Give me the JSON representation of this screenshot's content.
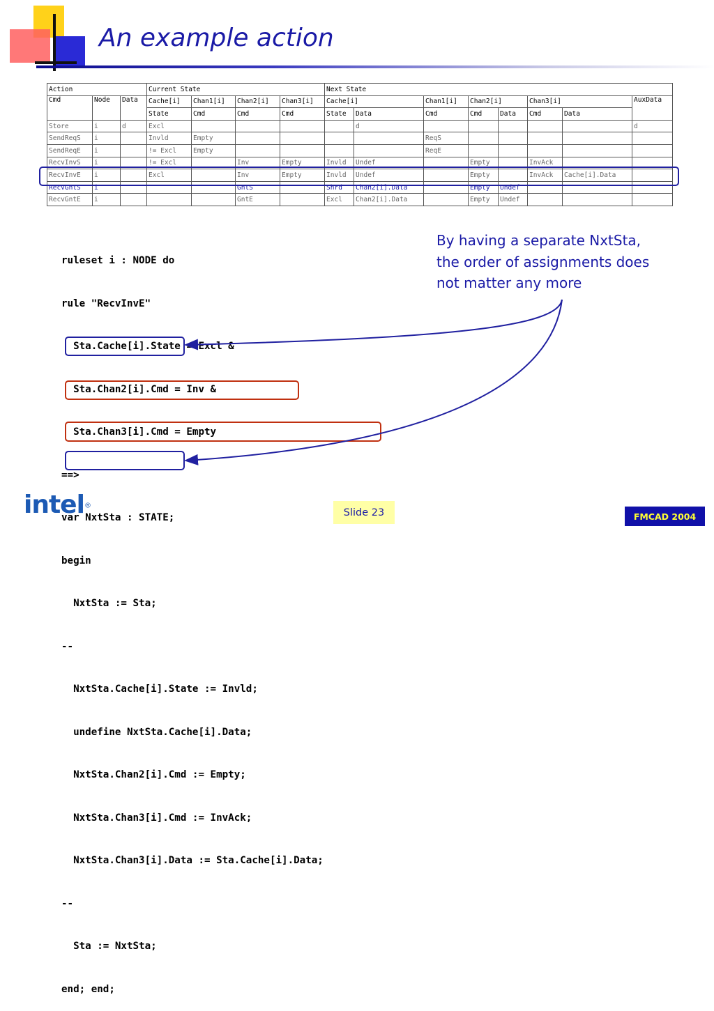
{
  "title": "An example action",
  "table": {
    "groups": [
      "Action",
      "Current State",
      "Next State"
    ],
    "columns": [
      "Cmd",
      "Node",
      "Data",
      "Cache[i]",
      "Chan1[i]",
      "Chan2[i]",
      "Chan3[i]",
      "Cache[i]",
      "Chan1[i]",
      "Chan2[i]",
      "Chan3[i]",
      "AuxData"
    ],
    "subcolumns": [
      "State",
      "Cmd",
      "Cmd",
      "Cmd",
      "State",
      "Data",
      "Cmd",
      "Cmd",
      "Data",
      "Cmd",
      "Data"
    ],
    "rows": [
      [
        "Store",
        "i",
        "d",
        "Excl",
        "",
        "",
        "",
        "",
        "d",
        "",
        "",
        "",
        "",
        "",
        "d"
      ],
      [
        "SendReqS",
        "i",
        "",
        "Invld",
        "Empty",
        "",
        "",
        "",
        "",
        "ReqS",
        "",
        "",
        "",
        "",
        ""
      ],
      [
        "SendReqE",
        "i",
        "",
        "!= Excl",
        "Empty",
        "",
        "",
        "",
        "",
        "ReqE",
        "",
        "",
        "",
        "",
        ""
      ],
      [
        "RecvInvS",
        "i",
        "",
        "!= Excl",
        "",
        "Inv",
        "Empty",
        "Invld",
        "Undef",
        "",
        "Empty",
        "",
        "InvAck",
        "",
        ""
      ],
      [
        "RecvInvE",
        "i",
        "",
        "Excl",
        "",
        "Inv",
        "Empty",
        "Invld",
        "Undef",
        "",
        "Empty",
        "",
        "InvAck",
        "Cache[i].Data",
        ""
      ],
      [
        "RecvGntS",
        "i",
        "",
        "",
        "",
        "GntS",
        "",
        "Shrd",
        "Chan2[i].Data",
        "",
        "Empty",
        "Undef",
        "",
        "",
        ""
      ],
      [
        "RecvGntE",
        "i",
        "",
        "",
        "",
        "GntE",
        "",
        "Excl",
        "Chan2[i].Data",
        "",
        "Empty",
        "Undef",
        "",
        "",
        ""
      ]
    ]
  },
  "code": [
    "ruleset i : NODE do",
    "rule \"RecvInvE\"",
    "  Sta.Cache[i].State = Excl &",
    "  Sta.Chan2[i].Cmd = Inv &",
    "  Sta.Chan3[i].Cmd = Empty",
    "==>",
    "var NxtSta : STATE;",
    "begin",
    "  NxtSta := Sta;",
    "--",
    "  NxtSta.Cache[i].State := Invld;",
    "  undefine NxtSta.Cache[i].Data;",
    "  NxtSta.Chan2[i].Cmd := Empty;",
    "  NxtSta.Chan3[i].Cmd := InvAck;",
    "  NxtSta.Chan3[i].Data := Sta.Cache[i].Data;",
    "--",
    "  Sta := NxtSta;",
    "end; end;"
  ],
  "note": [
    "By having a separate NxtSta,",
    "the order of assignments does",
    "not matter any more"
  ],
  "footer": {
    "logo_text": "intel",
    "logo_mark": "®",
    "slide_label": "Slide 23",
    "conference": "FMCAD 2004"
  },
  "colors": {
    "title": "#1a1aa6",
    "blue_box": "#2020a0",
    "red_box": "#c03010",
    "badge_yellow": "#ffffa6",
    "badge_navy": "#1010a8"
  },
  "icons": [
    "intel-logo",
    "corner-logo-squares"
  ]
}
